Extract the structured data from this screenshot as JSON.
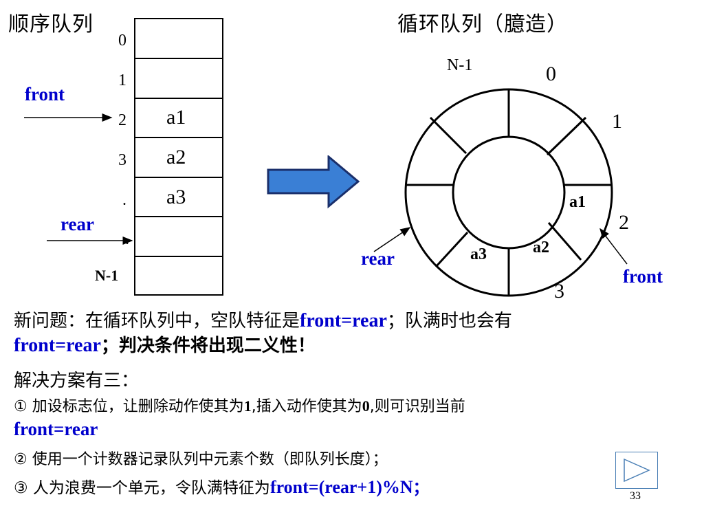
{
  "titles": {
    "left": "顺序队列",
    "right": "循环队列（臆造）"
  },
  "linear": {
    "indices": [
      "0",
      "1",
      "2",
      "3",
      ".",
      ".",
      "N-1"
    ],
    "cells": [
      "",
      "",
      "a1",
      "a2",
      "a3",
      "",
      ""
    ],
    "front_label": "front",
    "rear_label": "rear"
  },
  "circular": {
    "n_minus_1": "N-1",
    "label_0": "0",
    "label_1": "1",
    "label_2": "2",
    "label_3": "3",
    "a1": "a1",
    "a2": "a2",
    "a3": "a3",
    "rear_label": "rear",
    "front_label": "front"
  },
  "arrow_color": "#3a7fd5",
  "text": {
    "problem_prefix": "新问题：在循环队列中，空队特征是",
    "problem_front_rear_1": "front=rear",
    "problem_mid": "；队满时也会有",
    "problem_front_rear_2": "front=rear",
    "problem_suffix": "；判决条件将出现二义性！",
    "solutions_heading": "解决方案有三：",
    "sol1_prefix": "① 加设标志位，让删除动作使其为",
    "sol1_one": "1",
    "sol1_mid": ",插入动作使其为",
    "sol1_zero": "0",
    "sol1_suffix": ",则可识别当前",
    "sol1_cond": "front=rear",
    "sol2": "② 使用一个计数器记录队列中元素个数（即队列长度）；",
    "sol3_prefix": "③ 人为浪费一个单元，令队满特征为",
    "sol3_formula": "front=(rear+1)%N",
    "sol3_suffix": "；"
  },
  "page_number": "33"
}
